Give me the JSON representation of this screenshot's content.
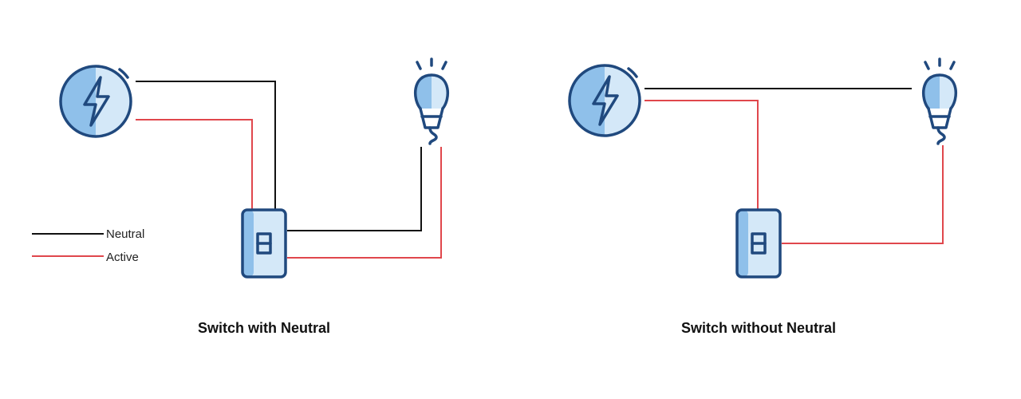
{
  "legend": {
    "neutral_label": "Neutral",
    "active_label": "Active"
  },
  "diagrams": {
    "left_caption": "Switch with Neutral",
    "right_caption": "Switch without Neutral"
  },
  "colors": {
    "neutral": "#111111",
    "active": "#e0474c",
    "icon_outline": "#20497e",
    "icon_fill": "#8fc0ea",
    "icon_fill_light": "#d4e8f8"
  },
  "icons": [
    "power-source-icon",
    "light-bulb-icon",
    "light-switch-icon"
  ]
}
